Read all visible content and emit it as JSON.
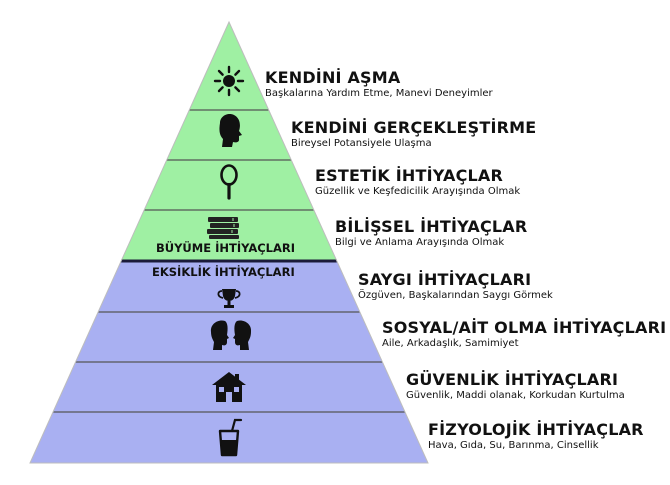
{
  "pyramid": {
    "growth_group_label": "BÜYÜME İHTİYAÇLARI",
    "deficiency_group_label": "EKSİKLİK İHTİYAÇLARI",
    "colors": {
      "growth": "#9ff0a3",
      "deficiency": "#a9b0f2",
      "divider": "#1b1b3a",
      "outline": "#555555"
    },
    "levels": [
      {
        "title": "KENDİNİ AŞMA",
        "subtitle": "Başkalarına Yardım Etme, Manevi Deneyimler",
        "icon": "sun-icon",
        "group": "growth"
      },
      {
        "title": "KENDİNİ GERÇEKLEŞTİRME",
        "subtitle": "Bireysel Potansiyele Ulaşma",
        "icon": "head-silhouette-icon",
        "group": "growth"
      },
      {
        "title": "ESTETİK İHTİYAÇLAR",
        "subtitle": "Güzellik ve Keşfedicilik Arayışında Olmak",
        "icon": "hand-mirror-icon",
        "group": "growth"
      },
      {
        "title": "BİLİŞSEL İHTİYAÇLAR",
        "subtitle": "Bilgi ve Anlama Arayışında Olmak",
        "icon": "books-icon",
        "group": "growth"
      },
      {
        "title": "SAYGI İHTİYAÇLARI",
        "subtitle": "Özgüven, Başkalarından Saygı Görmek",
        "icon": "trophy-icon",
        "group": "deficiency"
      },
      {
        "title": "SOSYAL/AİT OLMA İHTİYAÇLARI",
        "subtitle": "Aile, Arkadaşlık, Samimiyet",
        "icon": "two-heads-icon",
        "group": "deficiency"
      },
      {
        "title": "GÜVENLİK İHTİYAÇLARI",
        "subtitle": "Güvenlik, Maddi olanak, Korkudan Kurtulma",
        "icon": "house-icon",
        "group": "deficiency"
      },
      {
        "title": "FİZYOLOJİK İHTİYAÇLAR",
        "subtitle": "Hava, Gıda, Su, Barınma, Cinsellik",
        "icon": "drink-cup-icon",
        "group": "deficiency"
      }
    ]
  }
}
